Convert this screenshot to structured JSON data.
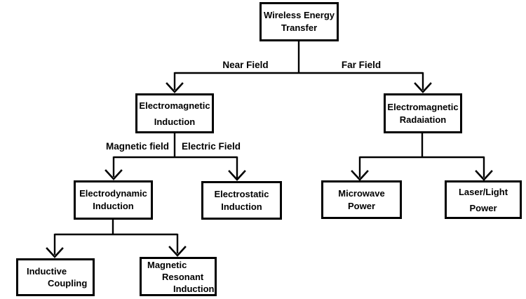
{
  "colors": {
    "background": "#ffffff",
    "line": "#000000",
    "box_border": "#000000",
    "text": "#000000"
  },
  "nodes": {
    "wireless": {
      "lines": [
        "Wireless Energy",
        "Transfer"
      ]
    },
    "em_induction": {
      "lines": [
        "Electromagnetic",
        "Induction"
      ]
    },
    "em_radiation": {
      "lines": [
        "Electromagnetic",
        "Radaiation"
      ]
    },
    "electrodynamic": {
      "lines": [
        "Electrodynamic",
        "Induction"
      ]
    },
    "electrostatic": {
      "lines": [
        "Electrostatic",
        "Induction"
      ]
    },
    "microwave": {
      "lines": [
        "Microwave",
        "Power"
      ]
    },
    "laser": {
      "lines": [
        "Laser/Light",
        "Power"
      ]
    },
    "inductive_coupling": {
      "lines": [
        "Inductive",
        "Coupling"
      ]
    },
    "magnetic_resonant": {
      "lines": [
        "Magnetic",
        "Resonant",
        "Induction"
      ]
    }
  },
  "edge_labels": {
    "near_field": "Near Field",
    "far_field": "Far Field",
    "magnetic_field": "Magnetic field",
    "electric_field": "Electric Field"
  }
}
